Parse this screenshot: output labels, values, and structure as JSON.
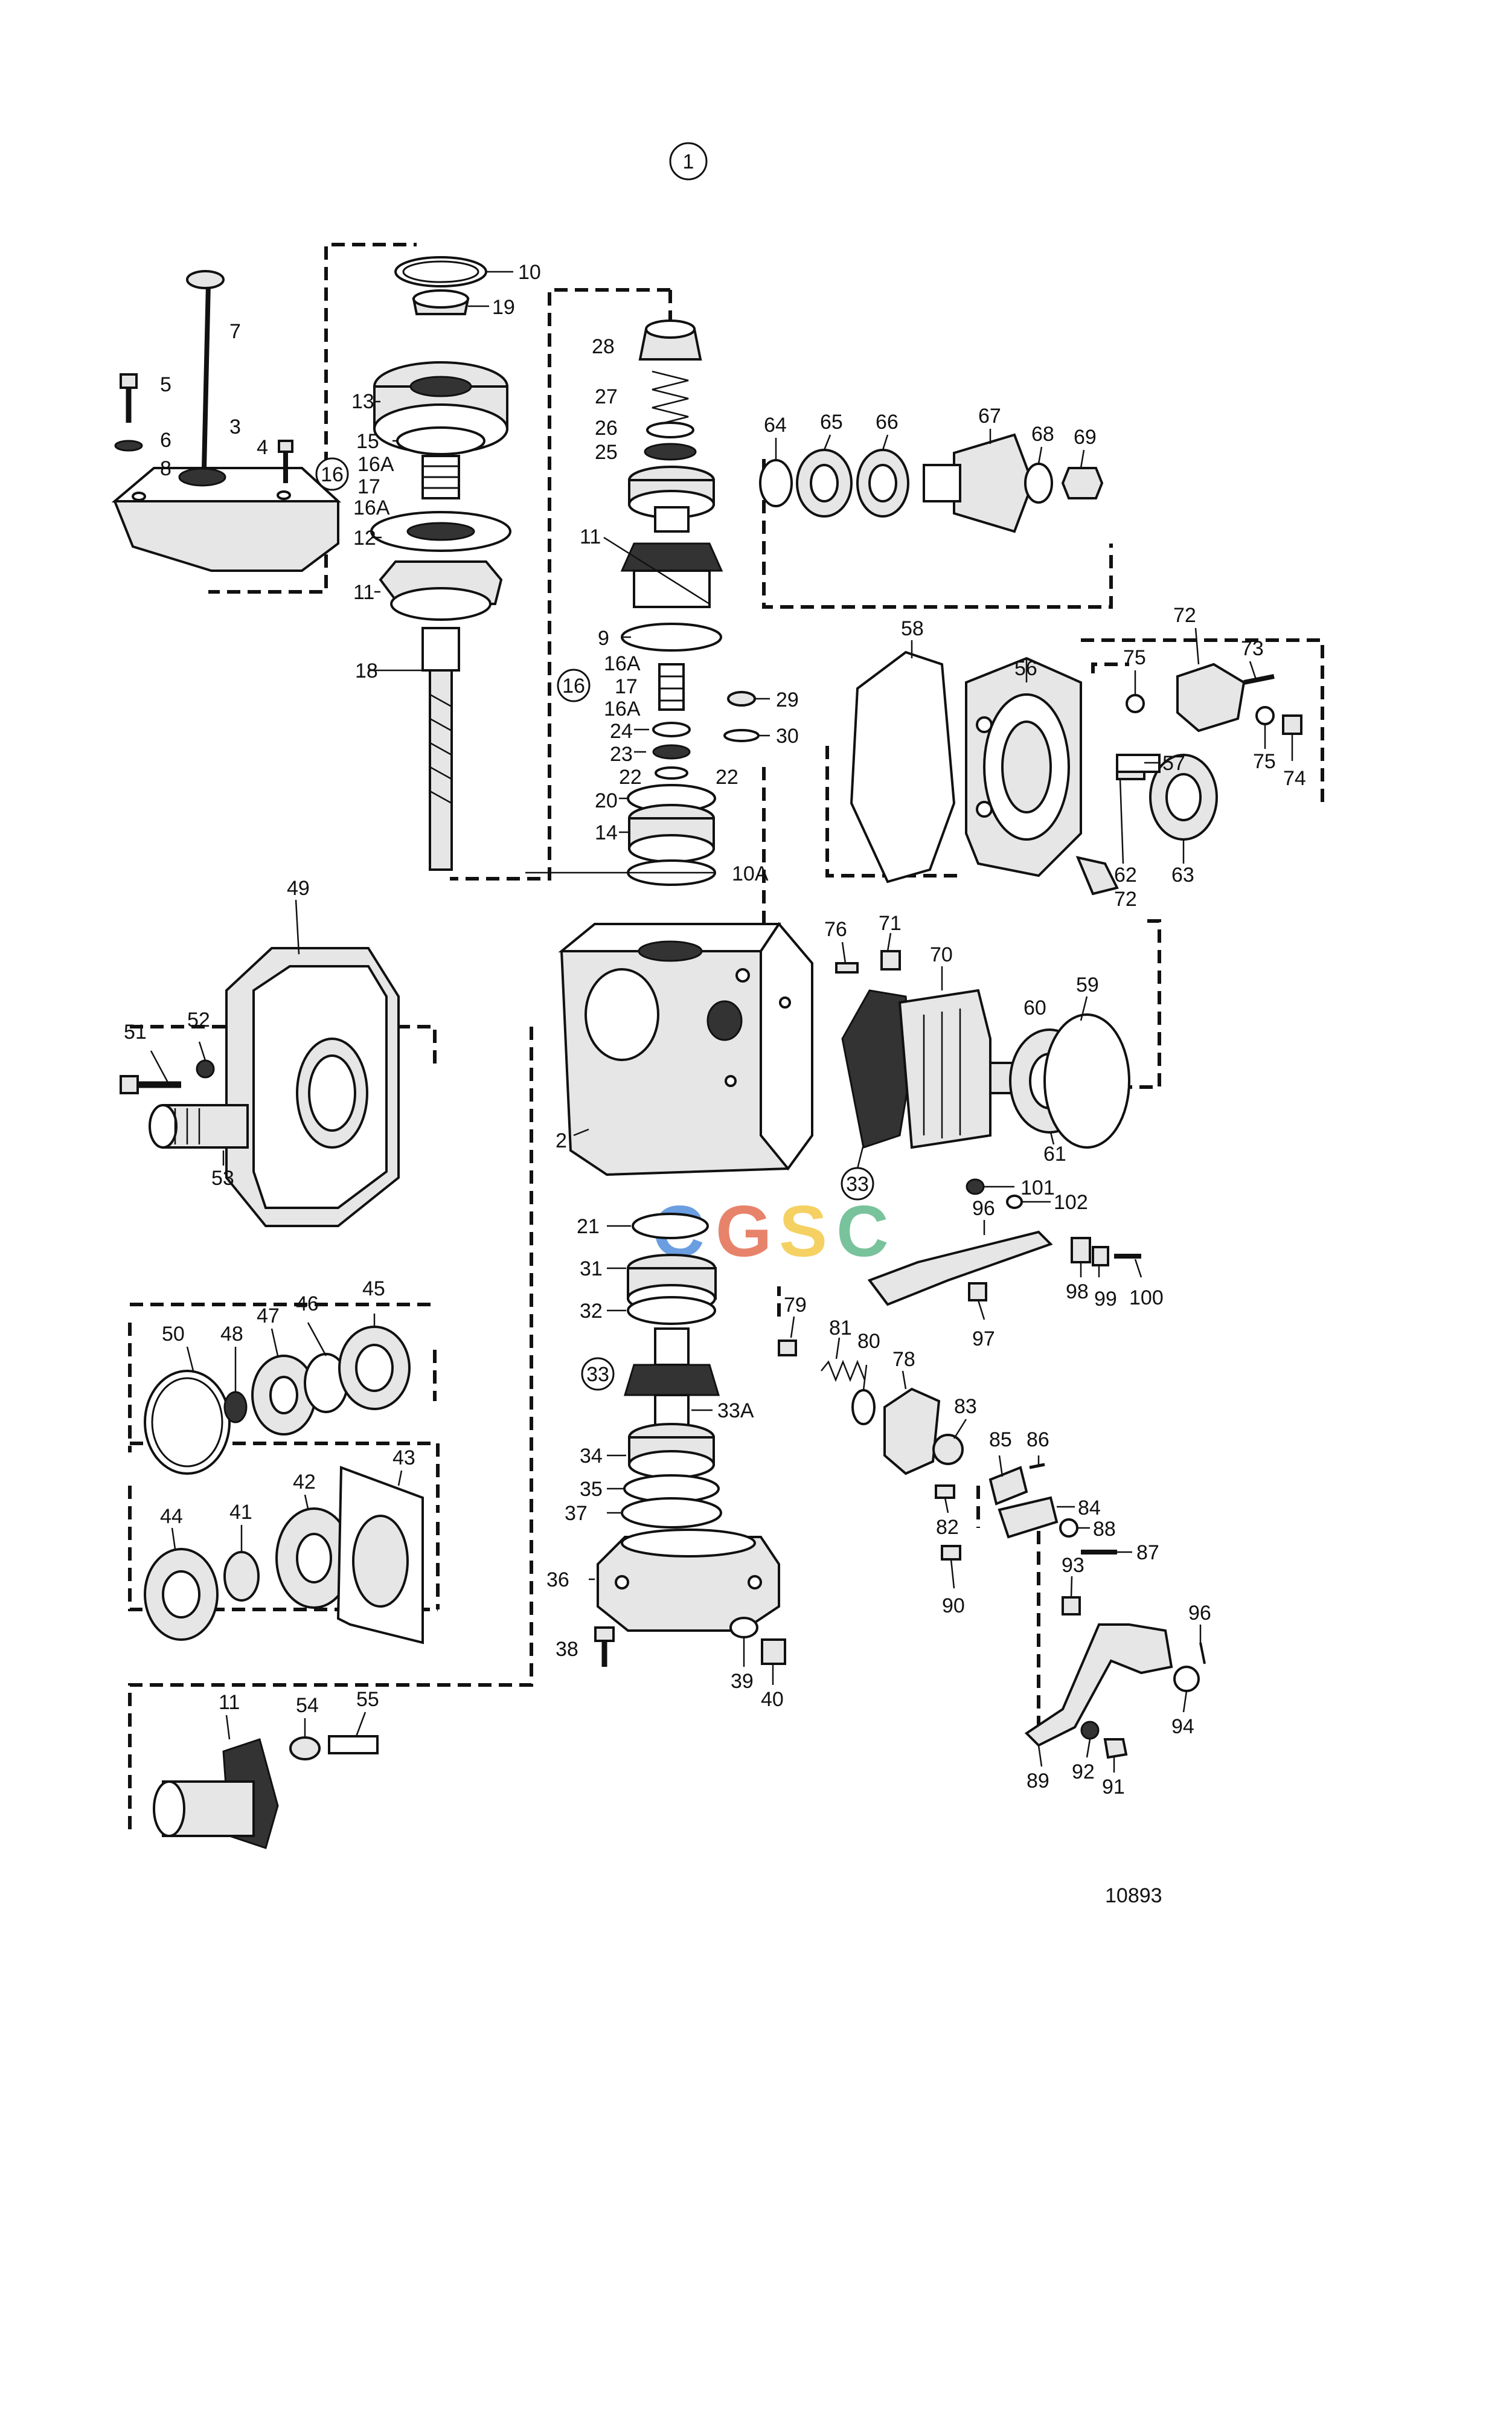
{
  "diagram": {
    "group_label": "1",
    "figure_number": "10893",
    "watermark": {
      "letters": [
        "C",
        "G",
        "S",
        "C"
      ],
      "colors": [
        "#3a7ed8",
        "#e05a3a",
        "#f2c230",
        "#4caf7a"
      ]
    },
    "callouts": {
      "n1": "1",
      "n2": "2",
      "n3": "3",
      "n4": "4",
      "n5": "5",
      "n6": "6",
      "n7": "7",
      "n8": "8",
      "n9": "9",
      "n10": "10",
      "n10a": "10A",
      "n11a": "11",
      "n11b": "11",
      "n11c": "11",
      "n12": "12",
      "n13": "13",
      "n14": "14",
      "n15": "15",
      "n16a": "16",
      "n16b": "16",
      "n16Aa": "16A",
      "n16Ab": "16A",
      "n16Ac": "16A",
      "n16Ad": "16A",
      "n17a": "17",
      "n17b": "17",
      "n18": "18",
      "n19": "19",
      "n20": "20",
      "n21": "21",
      "n22a": "22",
      "n22b": "22",
      "n23": "23",
      "n24": "24",
      "n25": "25",
      "n26": "26",
      "n27": "27",
      "n28": "28",
      "n29": "29",
      "n30": "30",
      "n31": "31",
      "n32": "32",
      "n33a": "33",
      "n33b": "33",
      "n33A": "33A",
      "n34": "34",
      "n35": "35",
      "n36": "36",
      "n37": "37",
      "n38": "38",
      "n39": "39",
      "n40": "40",
      "n41": "41",
      "n42": "42",
      "n43": "43",
      "n44": "44",
      "n45": "45",
      "n46": "46",
      "n47": "47",
      "n48": "48",
      "n49": "49",
      "n50": "50",
      "n51": "51",
      "n52": "52",
      "n53": "53",
      "n54": "54",
      "n55": "55",
      "n56": "56",
      "n57": "57",
      "n58": "58",
      "n59": "59",
      "n60": "60",
      "n61": "61",
      "n62": "62",
      "n63": "63",
      "n64": "64",
      "n65": "65",
      "n66": "66",
      "n67": "67",
      "n68": "68",
      "n69": "69",
      "n70": "70",
      "n71": "71",
      "n72a": "72",
      "n72b": "72",
      "n73": "73",
      "n74": "74",
      "n75a": "75",
      "n75b": "75",
      "n76": "76",
      "n78": "78",
      "n79": "79",
      "n80": "80",
      "n81": "81",
      "n82": "82",
      "n83": "83",
      "n84": "84",
      "n85": "85",
      "n86": "86",
      "n87": "87",
      "n88": "88",
      "n89": "89",
      "n90": "90",
      "n91": "91",
      "n92": "92",
      "n93": "93",
      "n94": "94",
      "n96a": "96",
      "n96b": "96",
      "n97": "97",
      "n98": "98",
      "n99": "99",
      "n100": "100",
      "n101": "101",
      "n102": "102"
    }
  }
}
